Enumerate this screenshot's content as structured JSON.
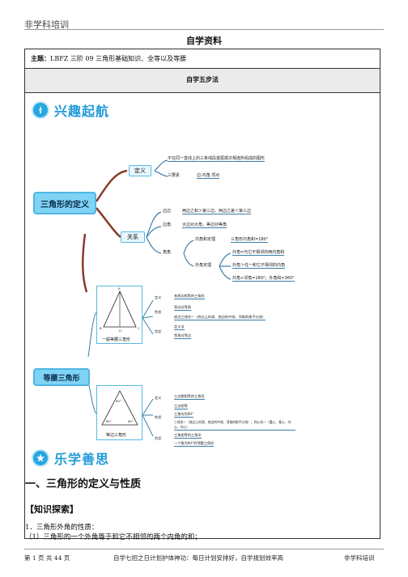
{
  "header": {
    "brand": "非学科培训",
    "title": "自学资料"
  },
  "topic": {
    "label": "主题：",
    "text": "LBFZ 三阶 09 三角形基础知识、全等以及等腰"
  },
  "steps_title": "自学五步法",
  "banner_interest": "兴趣起航",
  "banner_think": "乐学善思",
  "mindmap": {
    "root1": "三角形的定义",
    "def_node": "定义",
    "def_text": "不在同一直线上的三条线段首尾顺次相连所组成的图形",
    "elements_label": "三要素",
    "elements_text": "边·内角·顶点",
    "rel_node": "关系",
    "side_label": "边边",
    "side_text": "两边之和＞第三边，两边之差＜第三边",
    "side_angle_label": "边角",
    "side_angle_text": "大边对大角，等边对等角",
    "angle_label": "角角",
    "inner_label": "内角和定理",
    "inner_text": "三角形内角和=180°",
    "outer_label": "外角定理",
    "outer_1": "外角=与它不相邻的两内角和",
    "outer_2": "外角＞任一和它不相邻的内角",
    "outer_3": "外角+邻角=180°；外角和=360°",
    "root2": "等腰三角形",
    "iso_caption": "一般等腰三角形",
    "eq_caption": "等边三角形",
    "iso_def": "定义",
    "iso_def_text": "有两边相等的三角形",
    "iso_prop": "性质",
    "iso_prop_1": "等边对等角",
    "iso_prop_2": "底边三线合一（底边上的高、底边的中线、顶角的角平分线）",
    "iso_judge": "判定",
    "iso_judge_1": "定义法",
    "iso_judge_2": "等角对等边",
    "eq_def": "定义",
    "eq_def_text": "三边都相等的三角形",
    "eq_prop": "性质",
    "eq_prop_1": "三边相等",
    "eq_prop_2": "三角均为60°",
    "eq_prop_3": "三线合一（底边上的高、底边的中线、顶角的角平分线）；四心合一（重心、垂心、内心、外心）",
    "eq_judge": "判定",
    "eq_judge_1": "三角相等的三角形",
    "eq_judge_2": "一个角为60°的等腰三角形",
    "tri_a": "A",
    "tri_b": "B",
    "tri_c": "C",
    "tri_h": "H",
    "angle_60": "60°"
  },
  "section1_title": "一、三角形的定义与性质",
  "knowledge_title": "【知识探索】",
  "para1": "1．三角形外角的性质：",
  "para2": "（1）三角形的一个外角等于和它不相邻的两个内角的和；",
  "footer": {
    "page": "第 1 页 共 44 页",
    "slogan": "自学七招之日计划护体神功：每日计划安排好，自学规划效率高",
    "brand": "非学科培训"
  },
  "colors": {
    "banner": "#1f9ad8",
    "node": "#7fd3f5",
    "branch": "#8b3a2b"
  }
}
